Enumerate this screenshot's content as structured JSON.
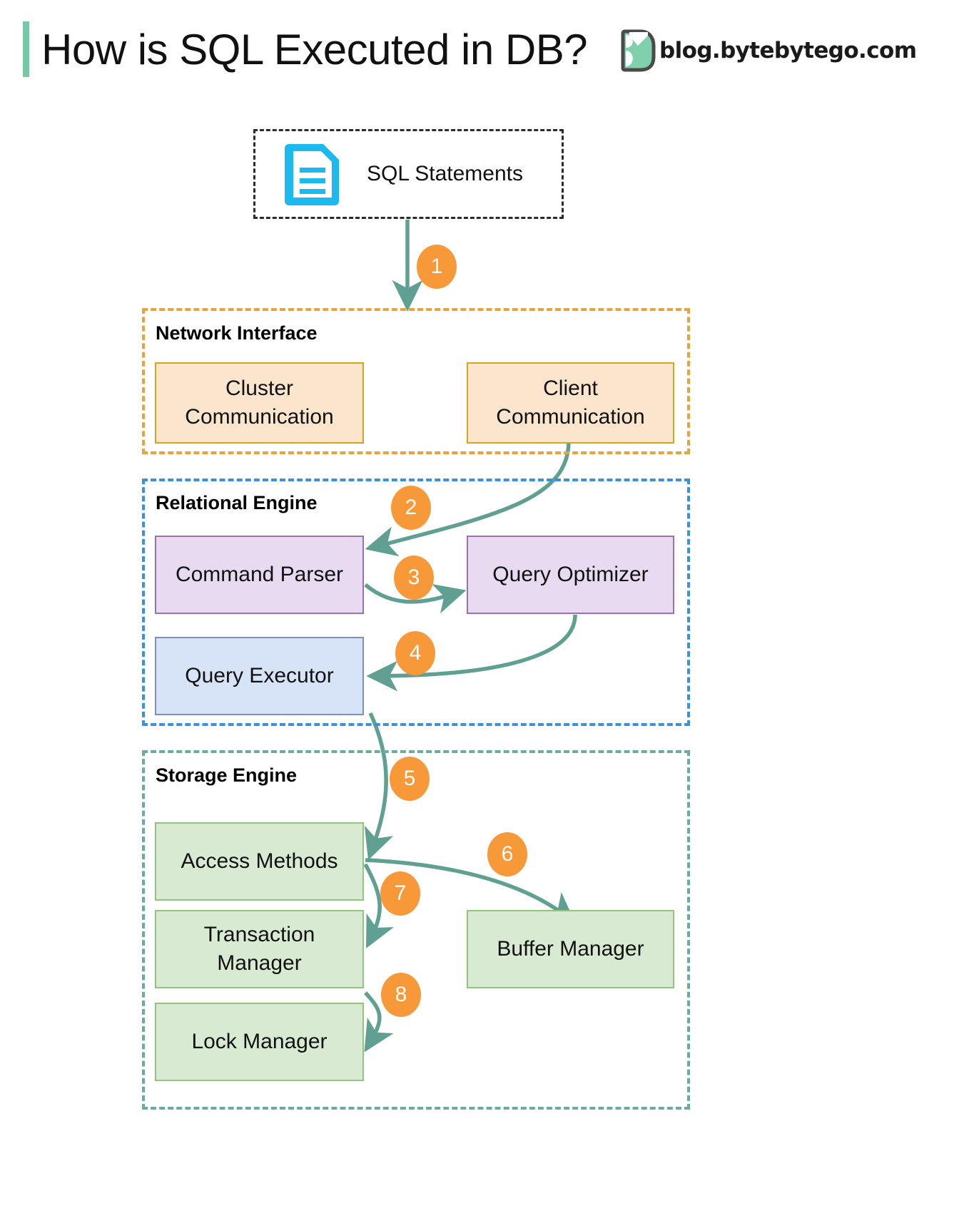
{
  "header": {
    "title": "How is SQL Executed in DB?",
    "brand_text": "blog.bytebytego.com",
    "accent_color": "#78c8a5",
    "logo_icon": "bytebytego-logo-icon"
  },
  "diagram": {
    "type": "flowchart",
    "source": {
      "label": "SQL Statements",
      "icon": "document-icon",
      "icon_color": "#1cb9ef",
      "border_style": "dashed",
      "border_color": "#2b2b2b"
    },
    "groups": [
      {
        "id": "network-interface",
        "label": "Network Interface",
        "border_color": "#e8a33d",
        "nodes": [
          {
            "id": "cluster-communication",
            "label": "Cluster\nCommunication",
            "fill": "#fce5cd",
            "stroke": "#d6a41e"
          },
          {
            "id": "client-communication",
            "label": "Client\nCommunication",
            "fill": "#fce5cd",
            "stroke": "#d6a41e"
          }
        ]
      },
      {
        "id": "relational-engine",
        "label": "Relational Engine",
        "border_color": "#3d8fe0",
        "nodes": [
          {
            "id": "command-parser",
            "label": "Command Parser",
            "fill": "#e8daf0",
            "stroke": "#9c72ad"
          },
          {
            "id": "query-optimizer",
            "label": "Query Optimizer",
            "fill": "#e8daf0",
            "stroke": "#9c72ad"
          },
          {
            "id": "query-executor",
            "label": "Query Executor",
            "fill": "#d7e3f7",
            "stroke": "#7b92bd"
          }
        ]
      },
      {
        "id": "storage-engine",
        "label": "Storage Engine",
        "border_color": "#6aada0",
        "nodes": [
          {
            "id": "access-methods",
            "label": "Access Methods",
            "fill": "#d9ead3",
            "stroke": "#93c47d"
          },
          {
            "id": "transaction-manager",
            "label": "Transaction\nManager",
            "fill": "#d9ead3",
            "stroke": "#93c47d"
          },
          {
            "id": "lock-manager",
            "label": "Lock Manager",
            "fill": "#d9ead3",
            "stroke": "#93c47d"
          },
          {
            "id": "buffer-manager",
            "label": "Buffer Manager",
            "fill": "#d9ead3",
            "stroke": "#93c47d"
          }
        ]
      }
    ],
    "steps": [
      {
        "n": "1",
        "from": "sql-statements",
        "to": "network-interface"
      },
      {
        "n": "2",
        "from": "client-communication",
        "to": "command-parser"
      },
      {
        "n": "3",
        "from": "command-parser",
        "to": "query-optimizer"
      },
      {
        "n": "4",
        "from": "query-optimizer",
        "to": "query-executor"
      },
      {
        "n": "5",
        "from": "query-executor",
        "to": "access-methods"
      },
      {
        "n": "6",
        "from": "access-methods",
        "to": "buffer-manager"
      },
      {
        "n": "7",
        "from": "access-methods",
        "to": "transaction-manager"
      },
      {
        "n": "8",
        "from": "transaction-manager",
        "to": "lock-manager"
      }
    ],
    "arrow_color": "#5fa092",
    "badge_color": "#f79939"
  }
}
